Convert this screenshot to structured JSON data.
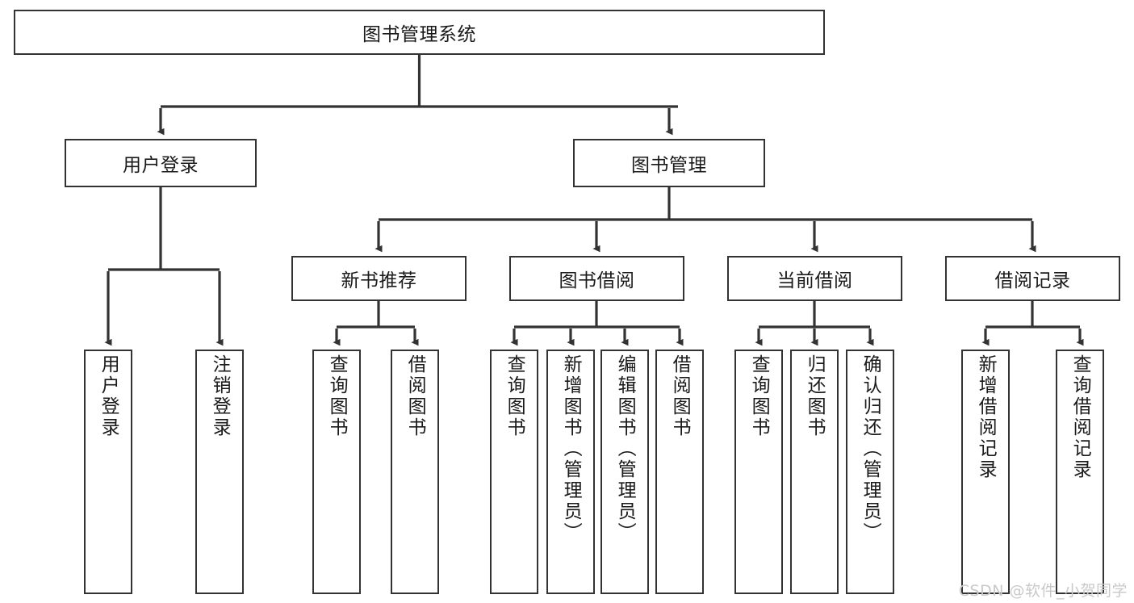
{
  "diagram": {
    "title": "图书管理系统",
    "type": "tree-hierarchy-chart",
    "watermark": "CSDN @软件_小贺同学",
    "colors": {
      "box_border": "#333333",
      "box_fill": "#ffffff",
      "connector": "#333333",
      "text": "#1a1a1a",
      "watermark": "#c9c9c9",
      "background": "#ffffff"
    },
    "root": {
      "label": "图书管理系统"
    },
    "level2": [
      {
        "label": "用户登录"
      },
      {
        "label": "图书管理"
      }
    ],
    "level3": [
      {
        "label": "新书推荐"
      },
      {
        "label": "图书借阅"
      },
      {
        "label": "当前借阅"
      },
      {
        "label": "借阅记录"
      }
    ],
    "leaves": {
      "user_login": [
        {
          "label": "用户登录"
        },
        {
          "label": "注销登录"
        }
      ],
      "new_book": [
        {
          "label": "查询图书"
        },
        {
          "label": "借阅图书"
        }
      ],
      "book_borrow": [
        {
          "label": "查询图书"
        },
        {
          "label": "新增图书（管理员）"
        },
        {
          "label": "编辑图书（管理员）"
        },
        {
          "label": "借阅图书"
        }
      ],
      "current_borrow": [
        {
          "label": "查询图书"
        },
        {
          "label": "归还图书"
        },
        {
          "label": "确认归还（管理员）"
        }
      ],
      "borrow_record": [
        {
          "label": "新增借阅记录"
        },
        {
          "label": "查询借阅记录"
        }
      ]
    }
  }
}
